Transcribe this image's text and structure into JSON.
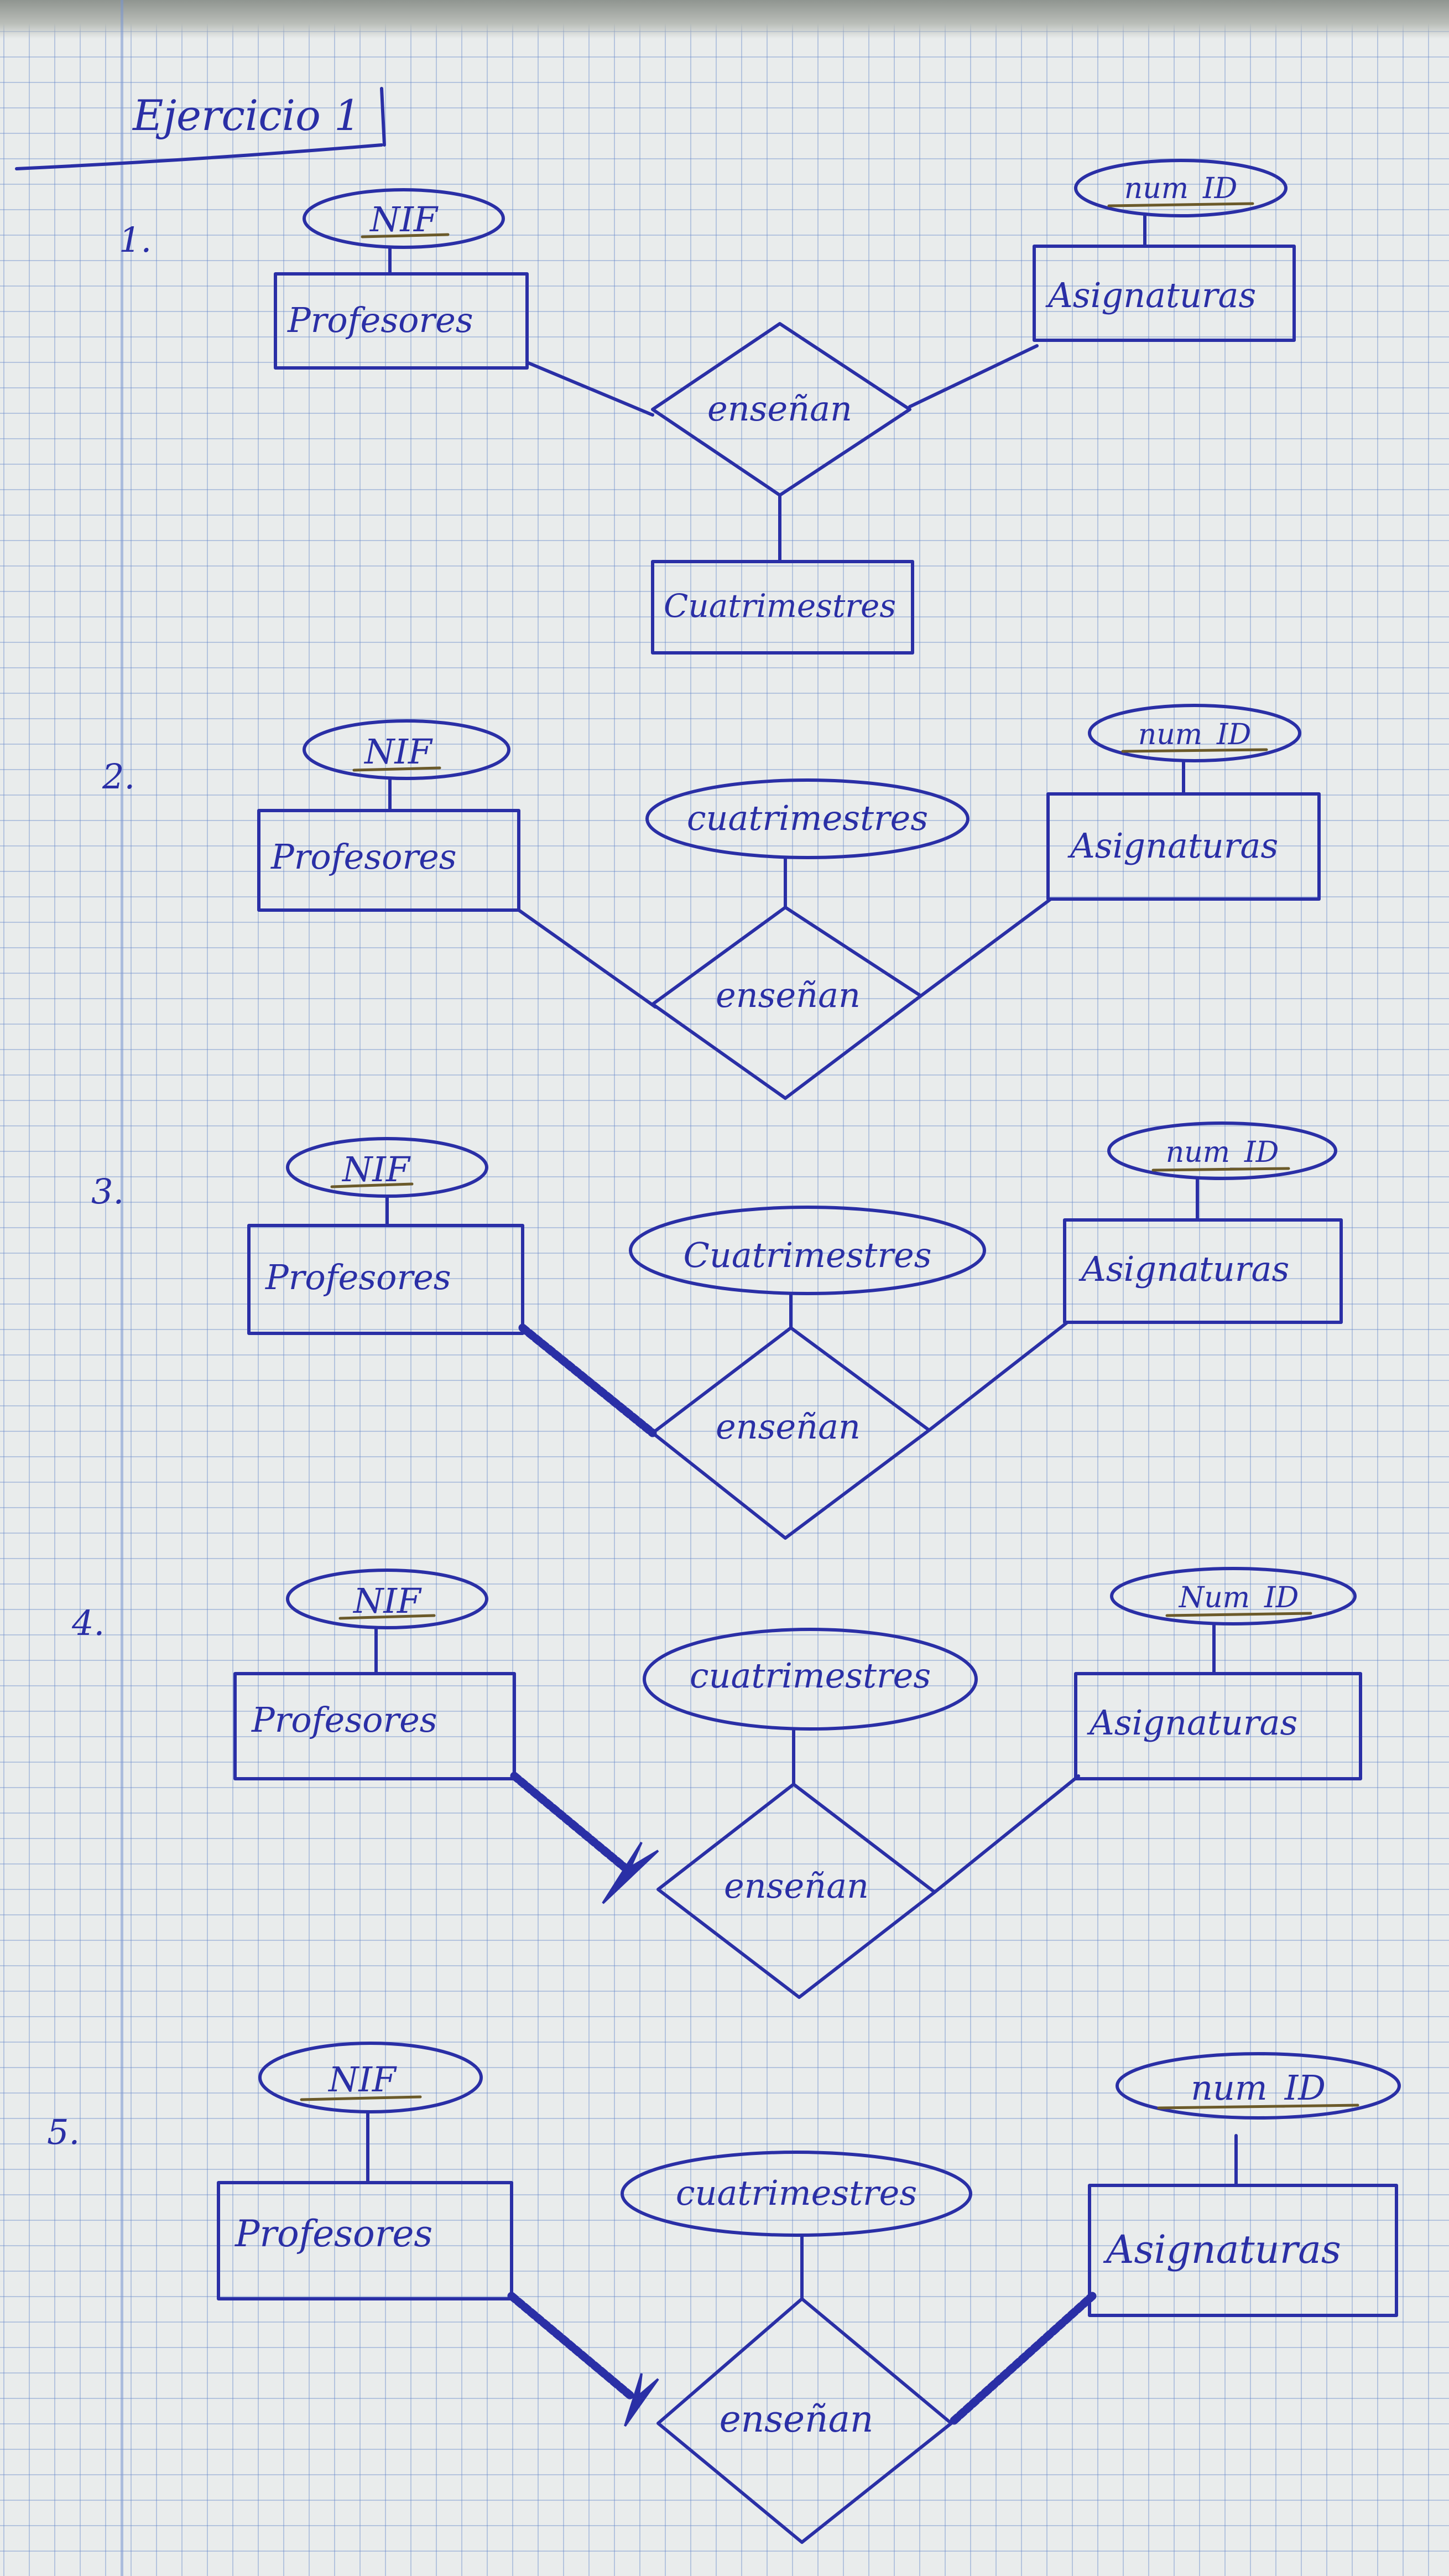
{
  "title": "Ejercicio 1",
  "ink_color": "#2a2fa6",
  "paper_color": "#e9ecec",
  "grid_color": "#6082c8",
  "diagrams": [
    {
      "number": "1.",
      "entity_left": "Profesores",
      "entity_left_key": "NIF",
      "entity_right": "Asignaturas",
      "entity_right_key": "num_ID",
      "relationship": "enseñan",
      "extra_entity": "Cuatrimestres"
    },
    {
      "number": "2.",
      "entity_left": "Profesores",
      "entity_left_key": "NIF",
      "entity_right": "Asignaturas",
      "entity_right_key": "num_ID",
      "relationship": "enseñan",
      "attribute": "cuatrimestres"
    },
    {
      "number": "3.",
      "entity_left": "Profesores",
      "entity_left_key": "NIF",
      "entity_right": "Asignaturas",
      "entity_right_key": "num_ID",
      "relationship": "enseñan",
      "attribute": "Cuatrimestres",
      "left_participation": "total"
    },
    {
      "number": "4.",
      "entity_left": "Profesores",
      "entity_left_key": "NIF",
      "entity_right": "Asignaturas",
      "entity_right_key": "Num_ID",
      "relationship": "enseñan",
      "attribute": "cuatrimestres",
      "left_participation": "total",
      "left_cardinality": "one (arrow)"
    },
    {
      "number": "5.",
      "entity_left": "Profesores",
      "entity_left_key": "NIF",
      "entity_right": "Asignaturas",
      "entity_right_key": "num_ID",
      "relationship": "enseñan",
      "attribute": "cuatrimestres",
      "left_participation": "total",
      "left_cardinality": "one (arrow)",
      "right_participation": "total"
    }
  ]
}
